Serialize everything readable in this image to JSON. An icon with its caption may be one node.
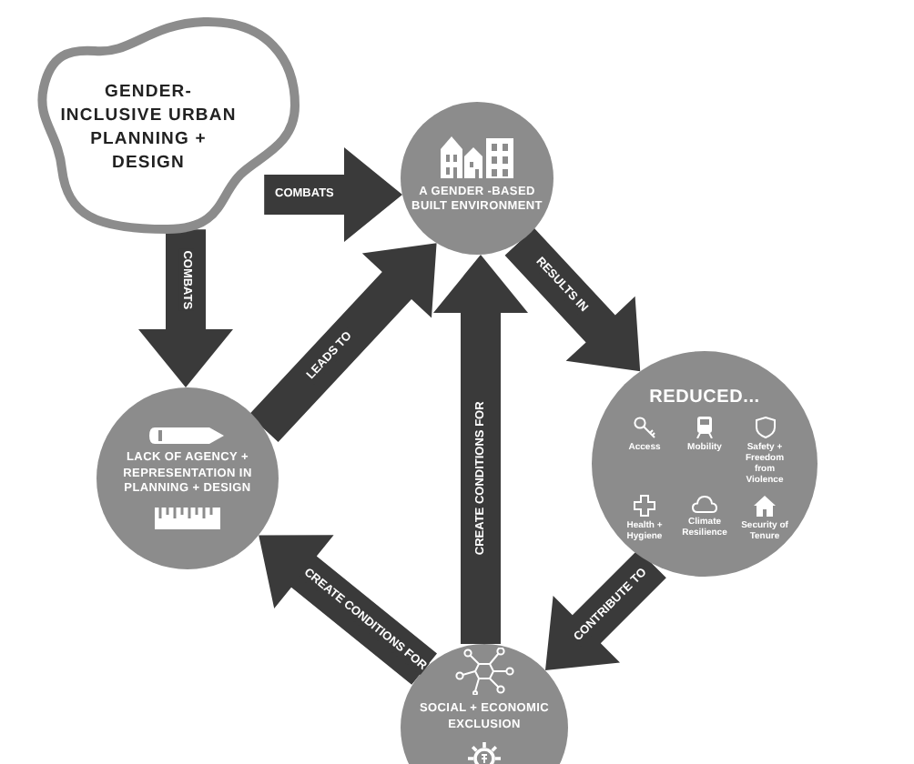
{
  "diagram": {
    "nodes": [
      {
        "text": [
          "GENDER-INCLUSIVE URBAN PLANNING + DESIGN"
        ]
      },
      {
        "text": [
          "A GENDER -BASED BUILT ENVIRONMENT"
        ]
      },
      {
        "text": [
          "REDUCED...",
          "Access",
          "Mobility",
          "Safety + Freedom from Violence",
          "Health + Hygiene",
          "Climate Resilience",
          "Security of Tenure"
        ]
      },
      {
        "text": [
          "LACK OF AGENCY + REPRESENTATION IN PLANNING + DESIGN"
        ]
      },
      {
        "text": [
          "SOCIAL + ECONOMIC EXCLUSION"
        ]
      }
    ],
    "edges": [
      {
        "from": 0,
        "to": 1,
        "arrow": "to",
        "label": "COMBATS"
      },
      {
        "from": 0,
        "to": 3,
        "arrow": "to",
        "label": "COMBATS"
      },
      {
        "from": 3,
        "to": 1,
        "arrow": "to",
        "label": "LEADS TO"
      },
      {
        "from": 1,
        "to": 2,
        "arrow": "to",
        "label": "RESULTS IN"
      },
      {
        "from": 2,
        "to": 4,
        "arrow": "to",
        "label": "CONTRIBUTE TO"
      },
      {
        "from": 4,
        "to": 1,
        "arrow": "to",
        "label": "CREATE CONDITIONS FOR"
      },
      {
        "from": 4,
        "to": 3,
        "arrow": "to",
        "label": "CREATE CONDITIONS FOR"
      }
    ]
  }
}
